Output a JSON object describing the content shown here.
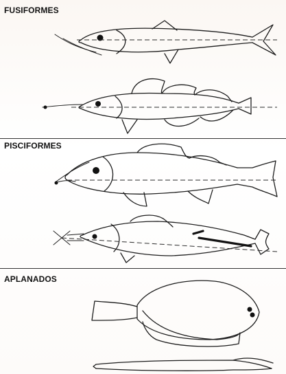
{
  "sections": [
    {
      "label": "FUSIFORMES"
    },
    {
      "label": "PISCIFORMES"
    },
    {
      "label": "APLANADOS"
    }
  ]
}
